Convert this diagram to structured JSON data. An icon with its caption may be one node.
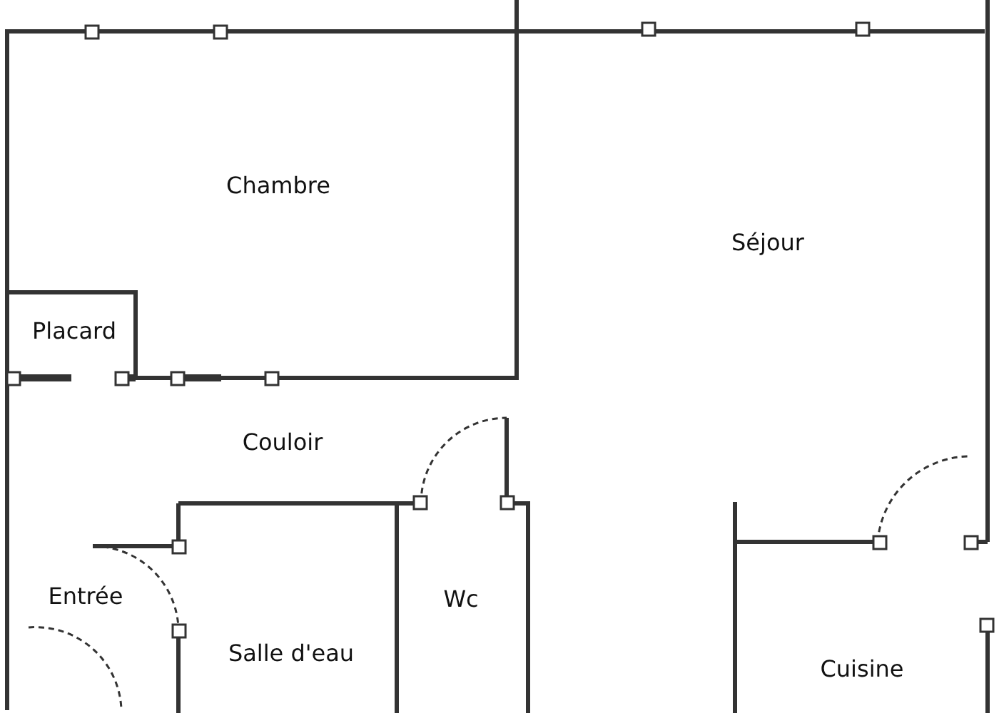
{
  "diagram": {
    "labels": [
      "Chambre",
      "Séjour",
      "Placard",
      "Couloir",
      "Entrée",
      "Wc",
      "Salle d'eau",
      "Cuisine"
    ]
  }
}
